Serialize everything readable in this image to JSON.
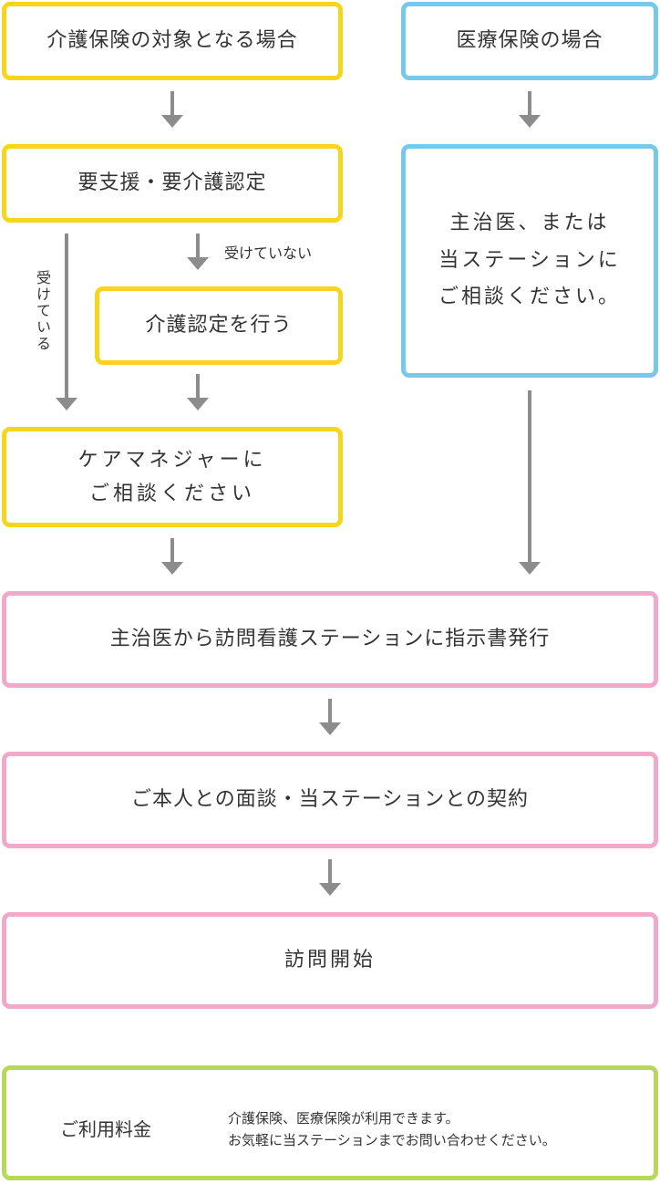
{
  "nodes": {
    "kaigo_start": "介護保険の対象となる場合",
    "iryo_start": "医療保険の場合",
    "youshien": "要支援・要介護認定",
    "ninteiwo": "介護認定を行う",
    "caremanager": "ケアマネジャーに\nご相談ください",
    "shujii_sodan": "主治医、または\n当ステーションに\nご相談ください。",
    "shijisho": "主治医から訪問看護ステーションに指示書発行",
    "mendan": "ご本人との面談・当ステーションとの契約",
    "houmon": "訪問開始"
  },
  "edges": {
    "not_received": "受けていない",
    "received": "受けている"
  },
  "fee": {
    "label": "ご利用料金",
    "line1": "介護保険、医療保険が利用できます。",
    "line2": "お気軽に当ステーションまでお問い合わせください。"
  },
  "colors": {
    "kaigo": "#f7d51d",
    "iryo": "#78c7ec",
    "common": "#f0a9c8",
    "fee": "#b7d85a",
    "arrow": "#8c8c8c"
  }
}
